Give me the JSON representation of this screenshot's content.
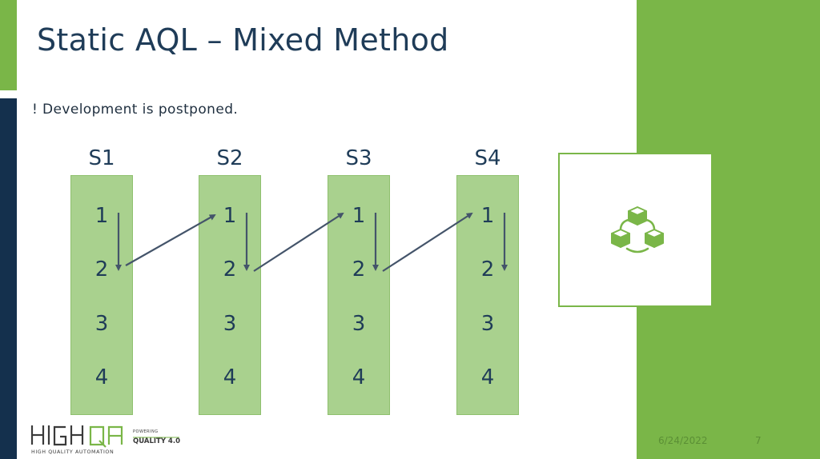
{
  "slide": {
    "title": "Static AQL – Mixed Method",
    "note": "! Development is postponed."
  },
  "columns": [
    {
      "label": "S1",
      "items": [
        "1",
        "2",
        "3",
        "4"
      ]
    },
    {
      "label": "S2",
      "items": [
        "1",
        "2",
        "3",
        "4"
      ]
    },
    {
      "label": "S3",
      "items": [
        "1",
        "2",
        "3",
        "4"
      ]
    },
    {
      "label": "S4",
      "items": [
        "1",
        "2",
        "3",
        "4"
      ]
    }
  ],
  "icon": {
    "name": "connected-cubes-icon"
  },
  "footer": {
    "logo_text": "HIGH QA",
    "logo_subtitle": "HIGH QUALITY AUTOMATION",
    "powering_label": "POWERING",
    "quality_label": "QUALITY 4.0",
    "date": "6/24/2022",
    "page": "7"
  },
  "colors": {
    "accent_green": "#7ab648",
    "column_fill": "#a9d18e",
    "navy": "#14304d",
    "title_text": "#1f3c58",
    "arrow": "#44546a"
  }
}
